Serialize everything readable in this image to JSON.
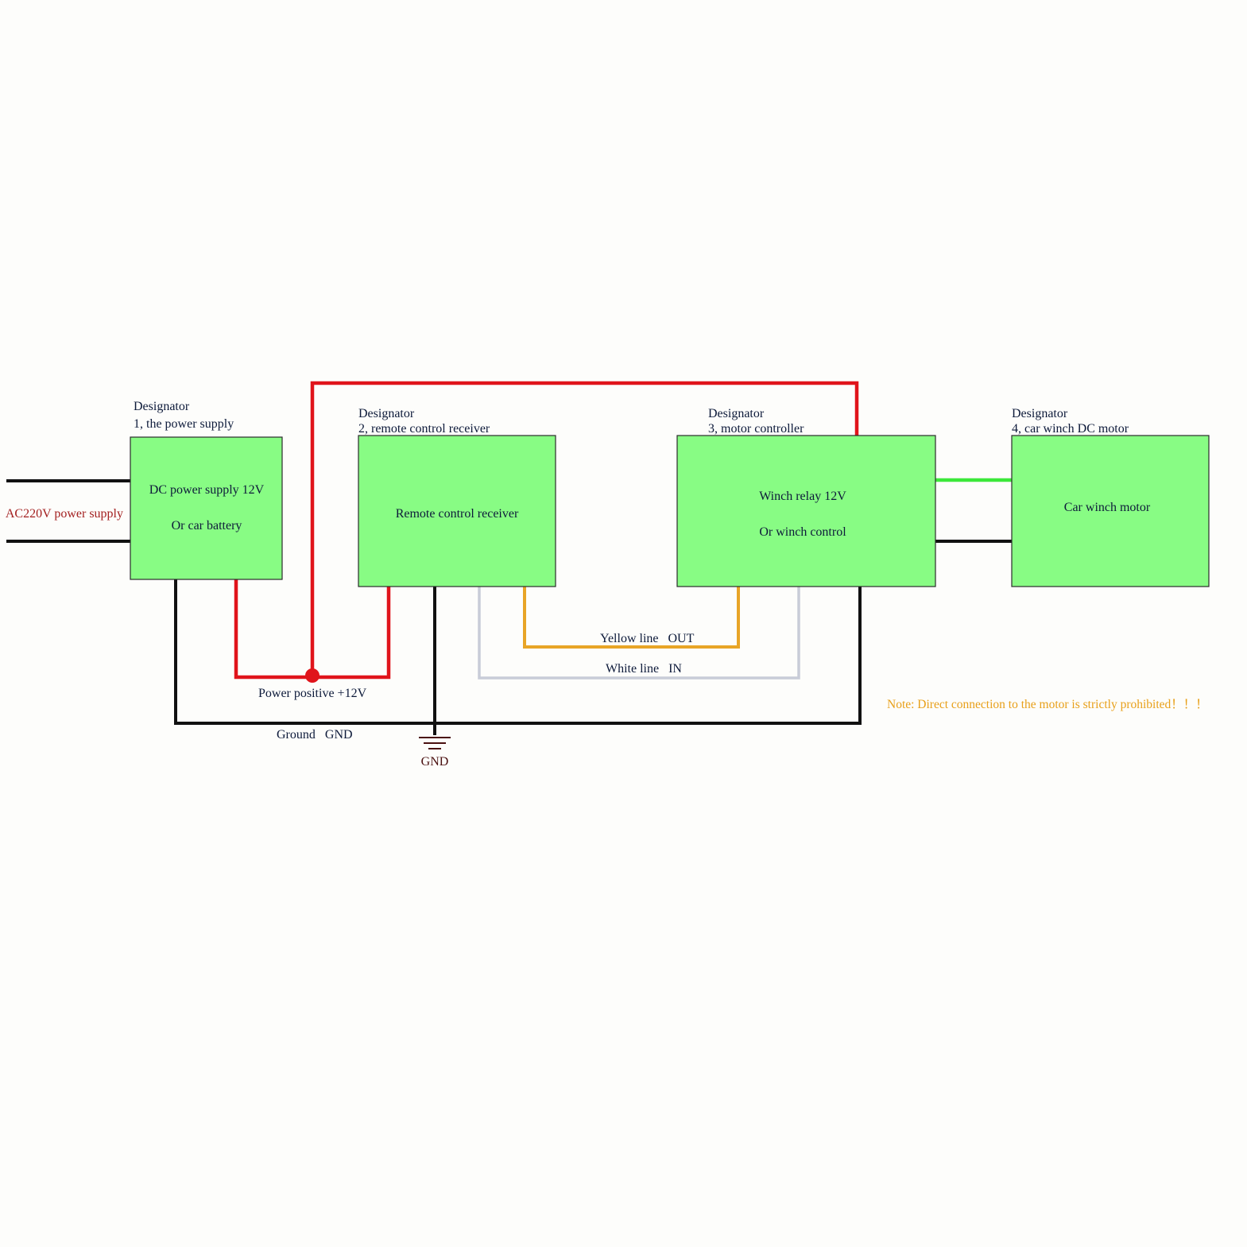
{
  "colors": {
    "box_fill": "#88fc84",
    "wire_positive": "#e0141b",
    "wire_ground": "#111111",
    "wire_yellow": "#e8a527",
    "wire_white": "#c8ccd8",
    "wire_green": "#3ce83a",
    "text_ac": "#a32020",
    "text_note": "#e8a01a",
    "text_gnd_symbol": "#4a1010"
  },
  "blocks": {
    "power_supply": {
      "designator": "Designator",
      "caption": "1, the power supply",
      "line1": "DC power supply 12V",
      "line2": "Or car battery"
    },
    "receiver": {
      "designator": "Designator",
      "caption": "2, remote control receiver",
      "line1": "Remote control receiver"
    },
    "controller": {
      "designator": "Designator",
      "caption": "3, motor controller",
      "line1": "Winch relay 12V",
      "line2": "Or winch control"
    },
    "motor": {
      "designator": "Designator",
      "caption": "4, car winch DC motor",
      "line1": "Car winch motor"
    }
  },
  "labels": {
    "ac_input": "AC220V power supply",
    "power_positive": "Power positive +12V",
    "ground": "Ground   GND",
    "gnd_symbol": "GND",
    "yellow_line": "Yellow line   OUT",
    "white_line": "White line   IN",
    "note": "Note: Direct connection to the motor is strictly prohibited！！！"
  }
}
